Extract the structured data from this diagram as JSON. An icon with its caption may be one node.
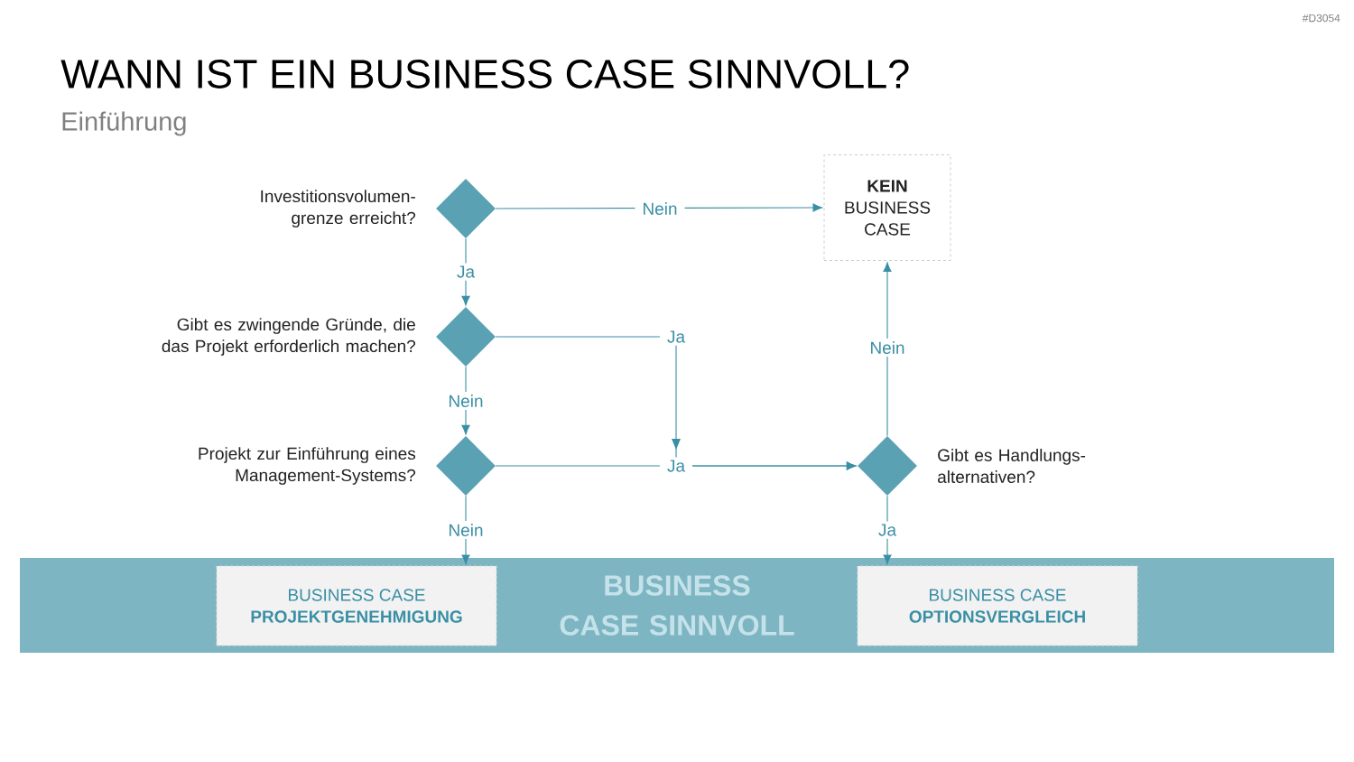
{
  "diagram": {
    "title": "WANN IST EIN BUSINESS CASE SINNVOLL?",
    "nodes": [
      {
        "text": [],
        "shape": "diamond",
        "beside": [
          "Investitionsvolumen-grenze erreicht?"
        ]
      },
      {
        "text": [
          "**KEIN** BUSINESS CASE"
        ]
      },
      {
        "text": [],
        "shape": "diamond",
        "beside": [
          "Gibt es zwingende Gründe, die das Projekt erforderlich machen?"
        ]
      },
      {
        "text": [],
        "shape": "diamond",
        "beside": [
          "Projekt zur Einführung eines Management-Systems?"
        ]
      },
      {
        "text": [],
        "shape": "diamond",
        "beside": [
          "Gibt es Handlungs-alternativen?"
        ]
      },
      {
        "text": [
          "BUSINESS CASE SINNVOLL"
        ]
      },
      {
        "text": [
          "BUSINESS CASE",
          "PROJEKTGENEHMIGUNG"
        ],
        "in": 5
      },
      {
        "text": [
          "BUSINESS CASE",
          "OPTIONSVERGLEICH"
        ],
        "in": 5
      }
    ],
    "edges": [
      {
        "from": 0,
        "to": 1,
        "arrow": "to",
        "label": "Nein"
      },
      {
        "from": 0,
        "to": 2,
        "arrow": "to",
        "label": "Ja"
      },
      {
        "from": 2,
        "to": 3,
        "arrow": "to",
        "label": "Nein"
      },
      {
        "from": 2,
        "to": 4,
        "arrow": "to",
        "label": "Ja"
      },
      {
        "from": 3,
        "to": 4,
        "arrow": "to",
        "label": "Ja"
      },
      {
        "from": 3,
        "to": 6,
        "arrow": "to",
        "label": "Nein"
      },
      {
        "from": 4,
        "to": 7,
        "arrow": "to",
        "label": "Ja"
      },
      {
        "from": 4,
        "to": 1,
        "arrow": "to",
        "label": "Nein"
      }
    ],
    "labels": [
      "#D3054",
      "Einführung"
    ]
  }
}
